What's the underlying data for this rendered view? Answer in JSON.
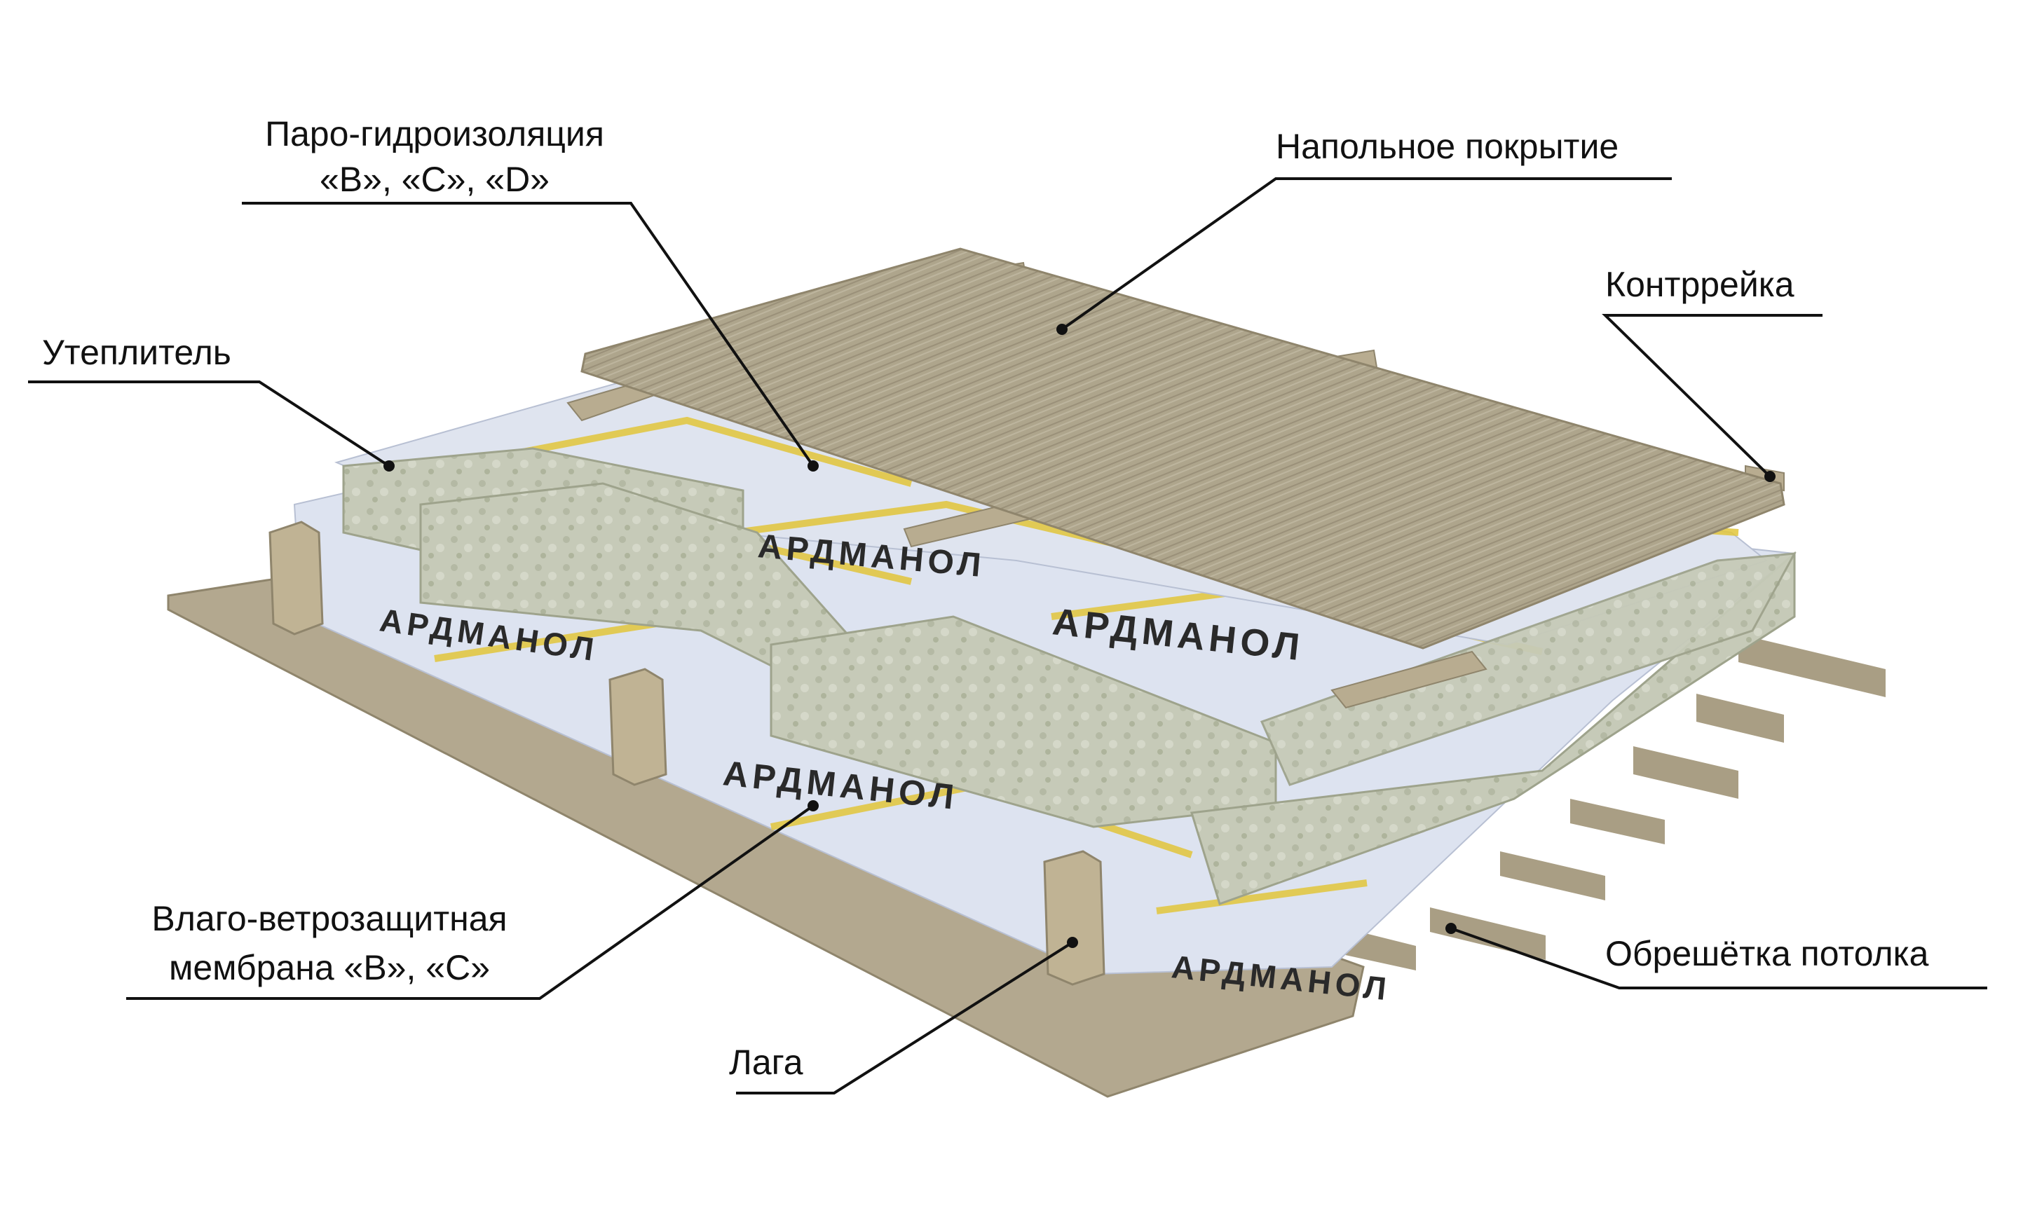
{
  "labels": {
    "vapor_barrier_line1": "Паро-гидроизоляция",
    "vapor_barrier_line2": "«B», «C», «D»",
    "floor_covering": "Напольное покрытие",
    "counter_batten": "Контррейка",
    "insulation": "Утеплитель",
    "wind_membrane_line1": "Влаго-ветрозащитная",
    "wind_membrane_line2": "мембрана «B», «C»",
    "joist": "Лага",
    "ceiling_lathing": "Обрешётка потолка"
  },
  "brand": {
    "name": "АРДМАНОЛ"
  },
  "colors": {
    "wood": "#b3a88f",
    "wood_dark": "#8f856c",
    "floorboard": "#aea58c",
    "membrane": "#dde3f0",
    "insulation": "#c6cab8",
    "stripe": "#e2c53a",
    "leader": "#111111"
  }
}
